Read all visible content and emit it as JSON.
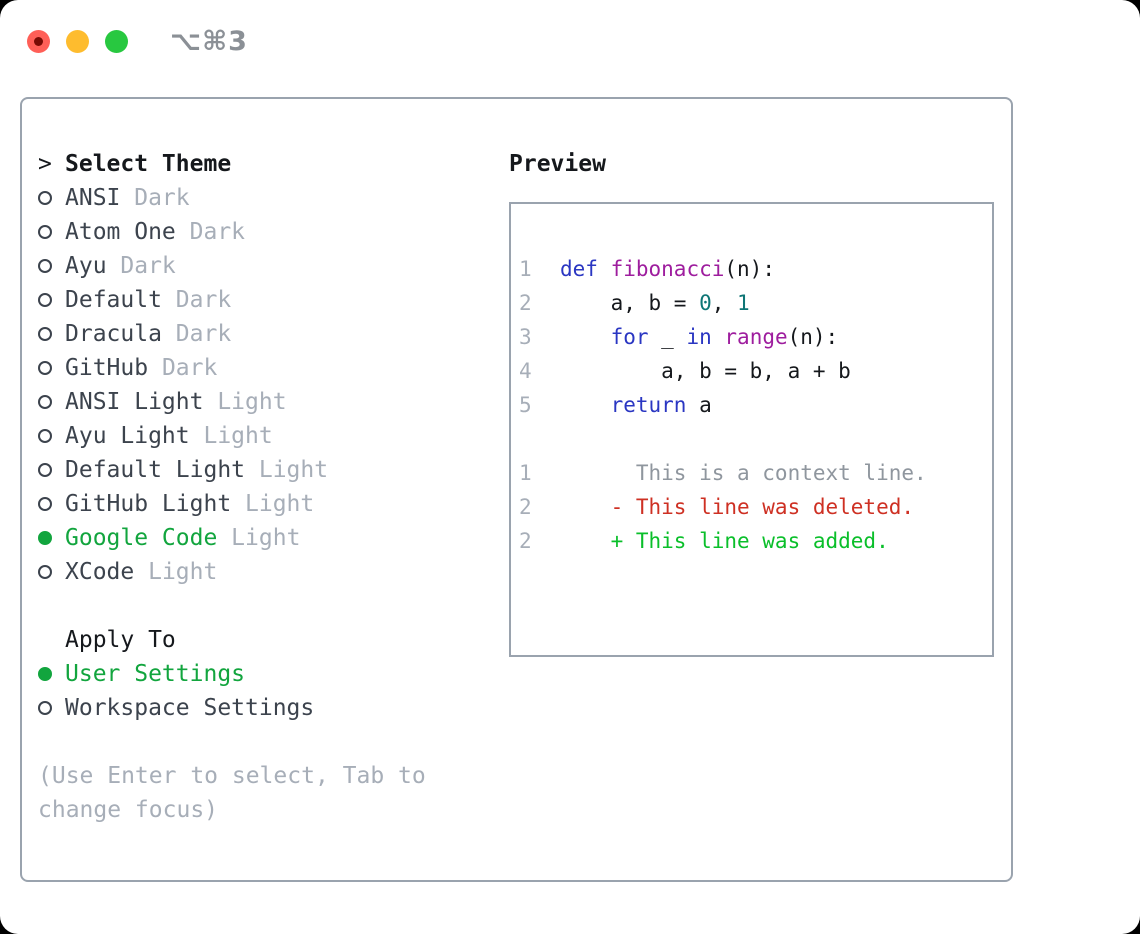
{
  "window": {
    "shortcut_label": "⌥⌘3"
  },
  "theme_panel": {
    "pointer": ">",
    "title": "Select Theme",
    "themes": [
      {
        "name": "ANSI",
        "variant": "Dark",
        "selected": false
      },
      {
        "name": "Atom One",
        "variant": "Dark",
        "selected": false
      },
      {
        "name": "Ayu",
        "variant": "Dark",
        "selected": false
      },
      {
        "name": "Default",
        "variant": "Dark",
        "selected": false
      },
      {
        "name": "Dracula",
        "variant": "Dark",
        "selected": false
      },
      {
        "name": "GitHub",
        "variant": "Dark",
        "selected": false
      },
      {
        "name": "ANSI Light",
        "variant": "Light",
        "selected": false
      },
      {
        "name": "Ayu Light",
        "variant": "Light",
        "selected": false
      },
      {
        "name": "Default Light",
        "variant": "Light",
        "selected": false
      },
      {
        "name": "GitHub Light",
        "variant": "Light",
        "selected": false
      },
      {
        "name": "Google Code",
        "variant": "Light",
        "selected": true
      },
      {
        "name": "XCode",
        "variant": "Light",
        "selected": false
      }
    ],
    "apply_to": {
      "label": "Apply To",
      "options": [
        {
          "name": "User Settings",
          "selected": true
        },
        {
          "name": "Workspace Settings",
          "selected": false
        }
      ]
    },
    "help_text": "(Use Enter to select, Tab to change focus)"
  },
  "preview_panel": {
    "title": "Preview",
    "lines": [
      {
        "num": "1",
        "segments": [
          {
            "t": "def",
            "c": "kw"
          },
          {
            "t": " ",
            "c": "pl"
          },
          {
            "t": "fibonacci",
            "c": "fn"
          },
          {
            "t": "(n):",
            "c": "pl"
          }
        ]
      },
      {
        "num": "2",
        "segments": [
          {
            "t": "    a, b = ",
            "c": "pl"
          },
          {
            "t": "0",
            "c": "num"
          },
          {
            "t": ", ",
            "c": "pl"
          },
          {
            "t": "1",
            "c": "num"
          }
        ]
      },
      {
        "num": "3",
        "segments": [
          {
            "t": "    ",
            "c": "pl"
          },
          {
            "t": "for",
            "c": "kw"
          },
          {
            "t": " _ ",
            "c": "pl"
          },
          {
            "t": "in",
            "c": "kw"
          },
          {
            "t": " ",
            "c": "pl"
          },
          {
            "t": "range",
            "c": "fn"
          },
          {
            "t": "(n):",
            "c": "pl"
          }
        ]
      },
      {
        "num": "4",
        "segments": [
          {
            "t": "        a, b = b, a + b",
            "c": "pl"
          }
        ]
      },
      {
        "num": "5",
        "segments": [
          {
            "t": "    ",
            "c": "pl"
          },
          {
            "t": "return",
            "c": "kw"
          },
          {
            "t": " a",
            "c": "pl"
          }
        ]
      },
      {
        "num": "",
        "segments": []
      },
      {
        "num": "1",
        "segments": [
          {
            "t": "      This is a context line.",
            "c": "ctx"
          }
        ]
      },
      {
        "num": "2",
        "segments": [
          {
            "t": "    - This line was deleted.",
            "c": "del"
          }
        ]
      },
      {
        "num": "2",
        "segments": [
          {
            "t": "    + This line was added.",
            "c": "add"
          }
        ]
      }
    ]
  },
  "colors": {
    "desktop_bg": "#000000",
    "window_bg": "#ffffff",
    "traffic_close": "#ff5f57",
    "traffic_close_dot": "#780b04",
    "traffic_minimize": "#febc2e",
    "traffic_zoom": "#28c840",
    "shortcut_gray": "#8b9096",
    "border_gray": "#9aa3ae",
    "text_black": "#15181c",
    "text_dark": "#3c434d",
    "text_muted": "#a7aeb8",
    "accent_green": "#12a53e",
    "code_keyword": "#2a36c2",
    "code_function": "#9e1d9e",
    "code_number": "#0e7575",
    "diff_context": "#8f969e",
    "diff_deleted": "#ce3023",
    "diff_added": "#0abf2a"
  }
}
